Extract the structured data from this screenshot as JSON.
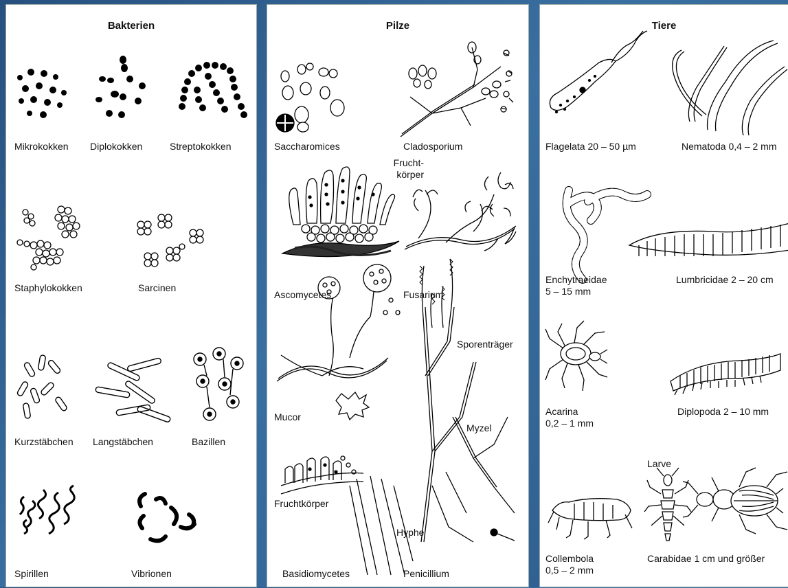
{
  "panels": {
    "bacteria": {
      "title": "Bakterien",
      "labels": {
        "mikro": "Mikrokokken",
        "diplo": "Diplokokken",
        "strepto": "Streptokokken",
        "staphylo": "Staphylokokken",
        "sarcinen": "Sarcinen",
        "kurz": "Kurzstäbchen",
        "lang": "Langstäbchen",
        "bazillen": "Bazillen",
        "spirillen": "Spirillen",
        "vibrionen": "Vibrionen"
      }
    },
    "fungi": {
      "title": "Pilze",
      "labels": {
        "saccharomices": "Saccharomices",
        "cladosporium": "Cladosporium",
        "fruchtkoerper_top": "Frucht-\nkörper",
        "ascomycetes": "Ascomycetes",
        "fusarium": "Fusarium",
        "sporentraeger": "Sporenträger",
        "mucor": "Mucor",
        "myzel": "Myzel",
        "fruchtkoerper_bottom": "Fruchtkörper",
        "hyphe": "Hyphe",
        "basidiomycetes": "Basidiomycetes",
        "penicillium": "Penicillium"
      }
    },
    "animals": {
      "title": "Tiere",
      "labels": {
        "flagelata": "Flagelata 20 – 50 µm",
        "nematoda": "Nematoda 0,4 – 2 mm",
        "enchytraeidae": "Enchytraeidae\n5 – 15 mm",
        "lumbricidae": "Lumbricidae 2 – 20 cm",
        "acarina": "Acarina\n0,2 – 1 mm",
        "diplopoda": "Diplopoda 2 – 10 mm",
        "larve": "Larve",
        "collembola": "Collembola\n0,5 – 2 mm",
        "carabidae": "Carabidae 1 cm und größer"
      }
    }
  }
}
